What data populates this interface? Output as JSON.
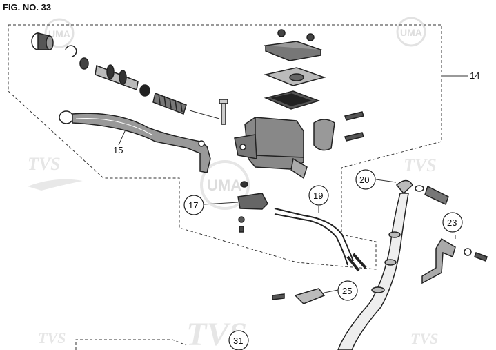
{
  "figure_title": "FIG. NO. 33",
  "callouts": {
    "c14": "14",
    "c15": "15",
    "c17": "17",
    "c19": "19",
    "c20": "20",
    "c23": "23",
    "c25": "25",
    "c31": "31"
  },
  "watermarks": {
    "tvs": "TVS",
    "uma": "UMA"
  },
  "colors": {
    "line": "#222222",
    "dashed": "#333333",
    "watermark": "#e0e0e0"
  }
}
